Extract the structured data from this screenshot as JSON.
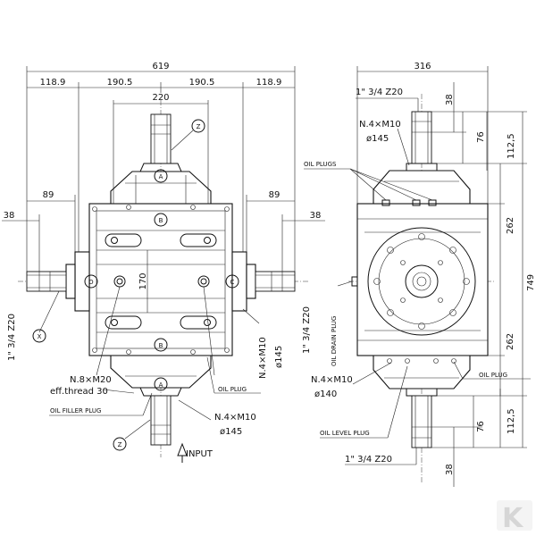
{
  "dims": {
    "total_width": "619",
    "left_offset": "118.9",
    "half_left": "190.5",
    "half_right": "190.5",
    "right_offset": "118.9",
    "center_span": "220",
    "shaft_len_left": "89",
    "shaft_len_right": "89",
    "shaft_stub_left": "38",
    "shaft_stub_right": "38",
    "mid_height": "170",
    "side_width": "316",
    "top_38": "38",
    "top_76": "76",
    "top_112": "112,5",
    "h_262_top": "262",
    "h_749": "749",
    "h_262_bottom": "262",
    "bot_76": "76",
    "bot_112": "112,5",
    "bot_38": "38"
  },
  "labels": {
    "spline_top_left_view": "1\" 3/4  Z20",
    "spline_left_shaft": "1\" 3/4  Z20",
    "spline_right_shaft": "1\" 3/4  Z20",
    "spline_bottom_side": "1\" 3/4  Z20",
    "nut_top_side": "N.4×M10",
    "dia_top_side": "ø145",
    "nut_right": "N.4×M10",
    "dia_right": "ø145",
    "nut_bottom": "N.4×M10",
    "dia_bottom": "ø145",
    "nut_side_bottom": "N.4×M10",
    "dia_side_bottom": "ø140",
    "filler_thread": "N.8×M20",
    "eff_thread": "eff.thread 30",
    "oil_filler_plug": "OIL FILLER PLUG",
    "oil_plug_front": "OIL PLUG",
    "oil_plugs_side": "OIL PLUGS",
    "oil_drain_plug": "OIL DRAIN PLUG",
    "oil_plug_side": "OIL PLUG",
    "oil_level_plug": "OIL LEVEL PLUG",
    "input": "INPUT",
    "callout_z_top": "Z",
    "callout_z_bottom": "Z",
    "callout_x": "X",
    "mark_a_top": "A",
    "mark_a_bottom": "A",
    "mark_b_top": "B",
    "mark_b_bottom": "B",
    "mark_c": "C",
    "mark_d": "D",
    "logo_letter": "K"
  },
  "colors": {
    "line": "#111111",
    "background": "#ffffff",
    "logo": "#d6d6d6"
  }
}
